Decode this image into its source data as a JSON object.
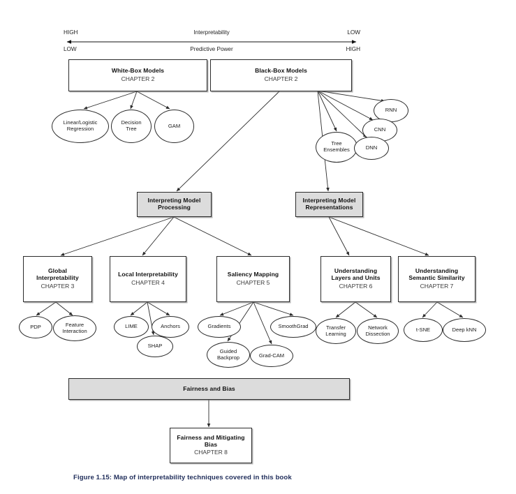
{
  "figure": {
    "caption": "Figure 1.15: Map of interpretability techniques covered in this book"
  },
  "axis": {
    "interpretability_label": "Interpretability",
    "predictive_power_label": "Predictive Power",
    "interpretability_left": "HIGH",
    "interpretability_right": "LOW",
    "predictive_left": "LOW",
    "predictive_right": "HIGH"
  },
  "nodes": {
    "white_box": {
      "title": "White-Box Models",
      "chapter": "CHAPTER 2"
    },
    "black_box": {
      "title": "Black-Box Models",
      "chapter": "CHAPTER 2"
    },
    "linear_logistic": {
      "label": "Linear/Logistic\nRegression",
      "line1": "Linear/Logistic",
      "line2": "Regression"
    },
    "decision_tree": {
      "line1": "Decision",
      "line2": "Tree"
    },
    "gam": {
      "line1": "GAM",
      "line2": ""
    },
    "tree_ensembles": {
      "line1": "Tree",
      "line2": "Ensembles"
    },
    "rnn": {
      "line1": "RNN",
      "line2": ""
    },
    "cnn": {
      "line1": "CNN",
      "line2": ""
    },
    "dnn": {
      "line1": "DNN",
      "line2": ""
    },
    "interpreting_processing": {
      "line1": "Interpreting Model",
      "line2": "Processing"
    },
    "interpreting_representations": {
      "line1": "Interpreting Model",
      "line2": "Representations"
    },
    "global_interp": {
      "line1": "Global",
      "line2": "Interpretability",
      "chapter": "CHAPTER 3"
    },
    "local_interp": {
      "line1": "Local Interpretability",
      "line2": "",
      "chapter": "CHAPTER 4"
    },
    "saliency": {
      "line1": "Saliency Mapping",
      "line2": "",
      "chapter": "CHAPTER 5"
    },
    "layers_units": {
      "line1": "Understanding",
      "line2": "Layers and Units",
      "chapter": "CHAPTER 6"
    },
    "semantic_similarity": {
      "line1": "Understanding",
      "line2": "Semantic Similarity",
      "chapter": "CHAPTER 7"
    },
    "pdp": {
      "line1": "PDP",
      "line2": ""
    },
    "feature_interaction": {
      "line1": "Feature",
      "line2": "Interaction"
    },
    "lime": {
      "line1": "LIME",
      "line2": ""
    },
    "anchors": {
      "line1": "Anchors",
      "line2": ""
    },
    "shap": {
      "line1": "SHAP",
      "line2": ""
    },
    "gradients": {
      "line1": "Gradients",
      "line2": ""
    },
    "guided_backprop": {
      "line1": "Guided",
      "line2": "Backprop"
    },
    "grad_cam": {
      "line1": "Grad-CAM",
      "line2": ""
    },
    "smoothgrad": {
      "line1": "SmoothGrad",
      "line2": ""
    },
    "transfer_learning": {
      "line1": "Transfer",
      "line2": "Learning"
    },
    "network_dissection": {
      "line1": "Network",
      "line2": "Dissection"
    },
    "tsne": {
      "line1": "t-SNE",
      "line2": ""
    },
    "deep_knn": {
      "line1": "Deep kNN",
      "line2": ""
    },
    "fairness_bar": {
      "title": "Fairness and Bias"
    },
    "fairness_mitigating": {
      "line1": "Fairness and Mitigating",
      "line2": "Bias",
      "chapter": "CHAPTER 8"
    }
  },
  "colors": {
    "stroke": "#2b2b2b",
    "gray_fill": "#dcdcdc",
    "caption": "#1f2d5a"
  }
}
